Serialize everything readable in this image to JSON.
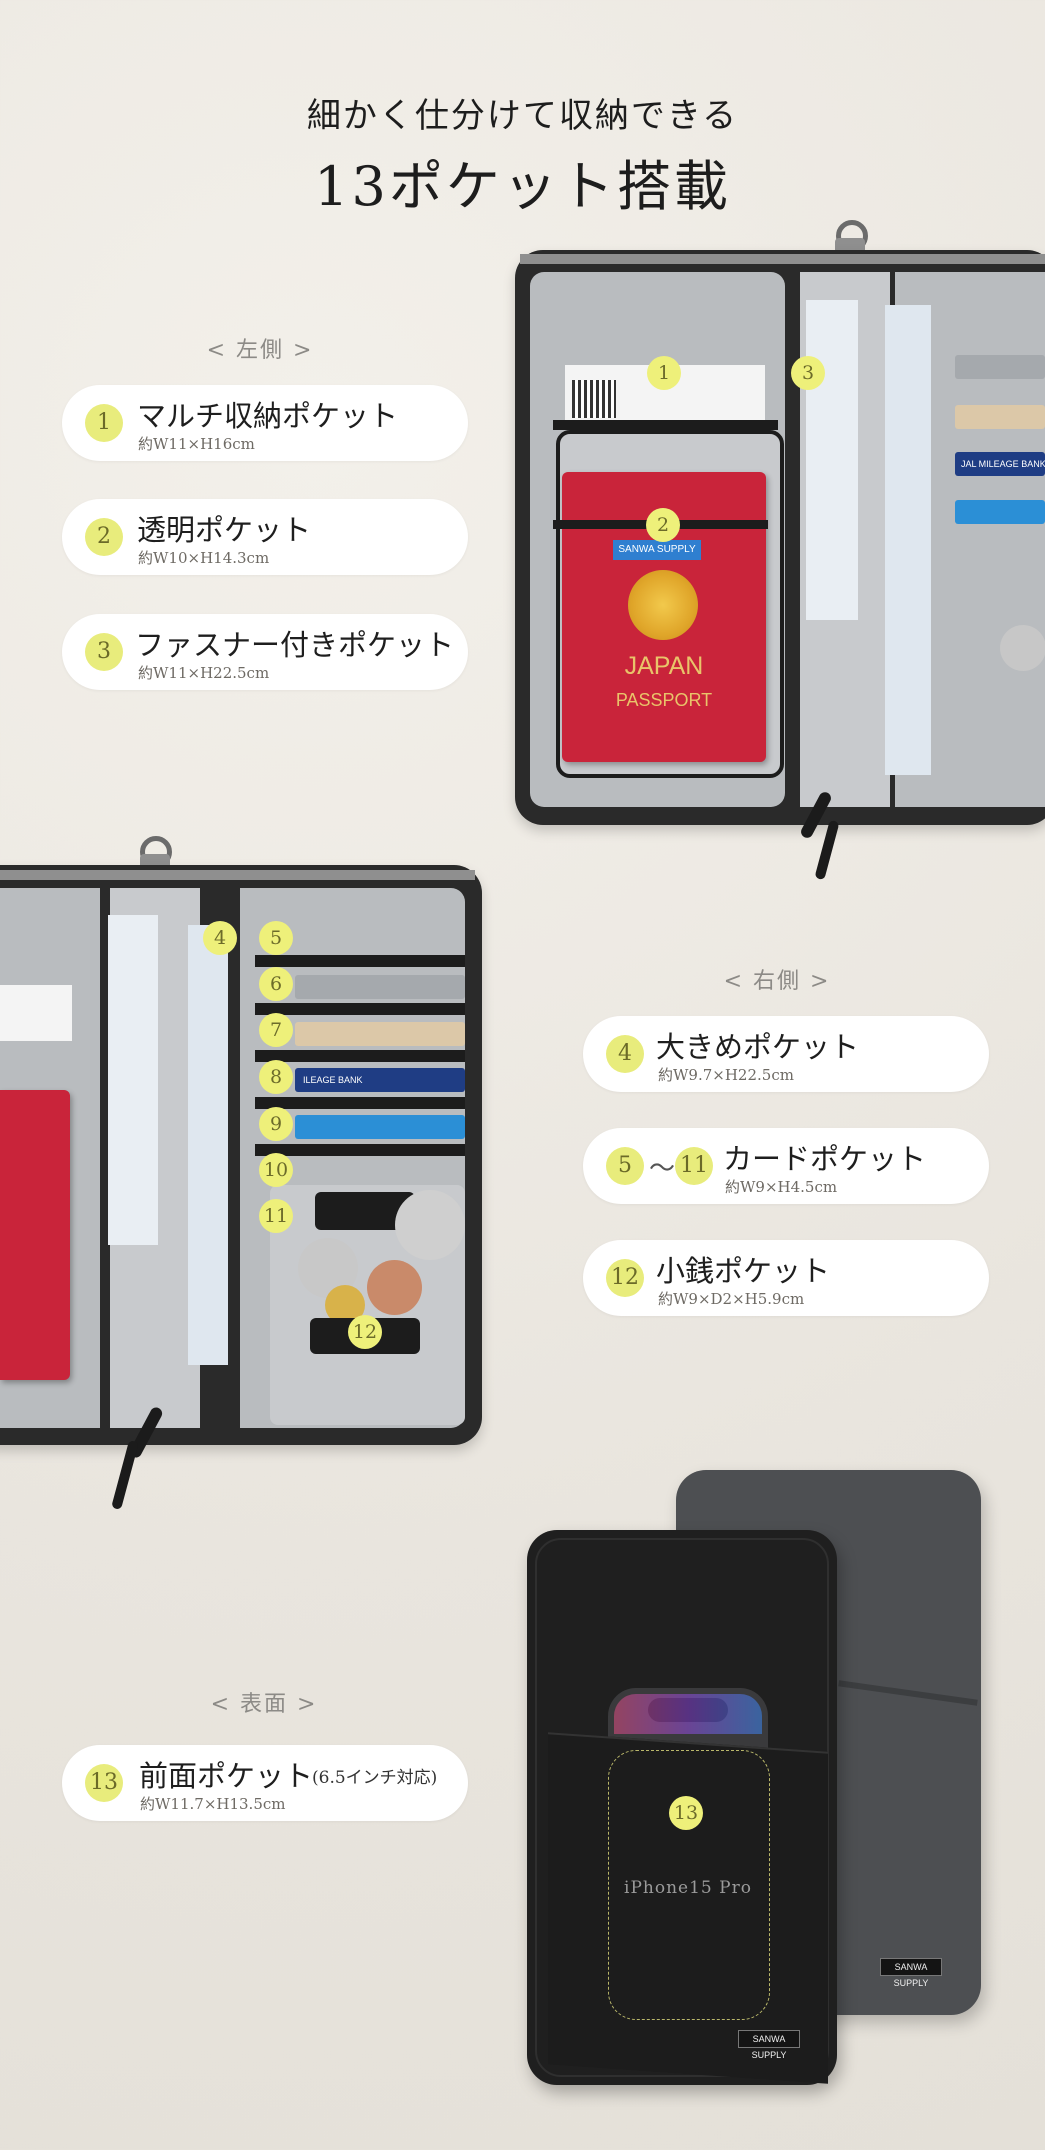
{
  "header": {
    "line1": "細かく仕分けて収納できる",
    "line2": "13ポケット搭載"
  },
  "sections": {
    "left": "< 左側 >",
    "right": "< 右側 >",
    "front": "< 表面 >"
  },
  "left_items": [
    {
      "num": "1",
      "title": "マルチ収納ポケット",
      "sub": "約W11×H16cm"
    },
    {
      "num": "2",
      "title": "透明ポケット",
      "sub": "約W10×H14.3cm"
    },
    {
      "num": "3",
      "title": "ファスナー付きポケット",
      "sub": "約W11×H22.5cm"
    }
  ],
  "right_items": [
    {
      "num": "4",
      "title": "大きめポケット",
      "sub": "約W9.7×H22.5cm"
    },
    {
      "num": "5",
      "num_end": "11",
      "tilde": "～",
      "title": "カードポケット",
      "sub": "約W9×H4.5cm"
    },
    {
      "num": "12",
      "title": "小銭ポケット",
      "sub": "約W9×D2×H5.9cm"
    }
  ],
  "front_item": {
    "num": "13",
    "title": "前面ポケット",
    "title_suffix": "(6.5インチ対応)",
    "sub": "約W11.7×H13.5cm"
  },
  "illustration": {
    "passport_country": "JAPAN",
    "passport_word": "PASSPORT",
    "brand_tag": "SANWA SUPPLY",
    "card_text_a": "JAL MILEAGE BANK",
    "card_text_b": "ILEAGE BANK",
    "phone_label": "iPhone15 Pro",
    "markers_top": [
      "1",
      "2",
      "3"
    ],
    "markers_mid": [
      "4",
      "5",
      "6",
      "7",
      "8",
      "9",
      "10",
      "11",
      "12"
    ],
    "marker_bottom": "13"
  },
  "colors": {
    "background": "#ece8e2",
    "badge": "#e8ec7c",
    "passport": "#c9243a",
    "card_blue": "#2b8fd6"
  }
}
